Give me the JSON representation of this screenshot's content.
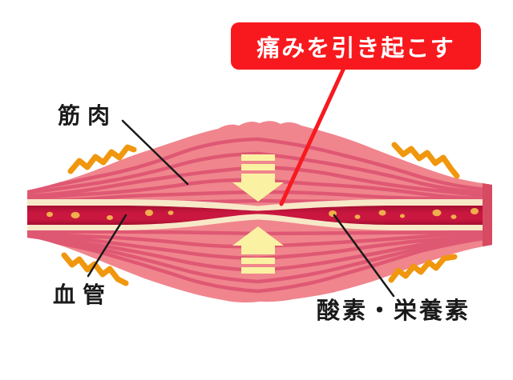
{
  "callout": {
    "text": "痛みを引き起こす"
  },
  "labels": {
    "muscle": {
      "text": "筋肉"
    },
    "blood_vessel": {
      "text": "血管"
    },
    "oxygen_nutrients": {
      "text": "酸素・栄養素"
    }
  },
  "colors": {
    "background": "#FFFFFF",
    "banner-red": "#F8191E",
    "banner-text": "#FFFFFF",
    "label-text": "#1A1A1A",
    "muscle-pink": "#F0858D",
    "muscle-striation": "#DF5873",
    "muscle-end-cap": "#D64A62",
    "vessel-red": "#C9173F",
    "vessel-red-dark": "#A50E30",
    "vessel-wall-cream": "#F7E8C8",
    "nutrient-dot": "#F0AE4D",
    "pressure-arrow": "#FAF1A3",
    "stress-squiggle": "#F0970E"
  }
}
